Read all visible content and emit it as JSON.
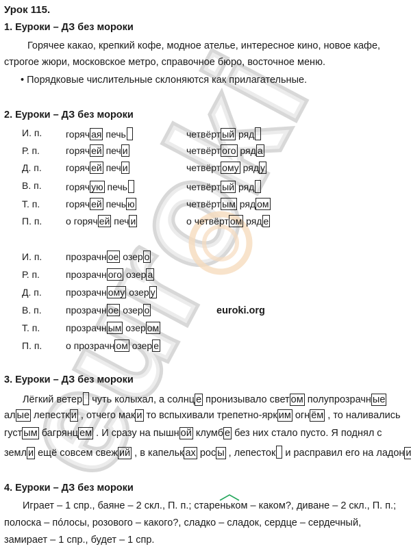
{
  "lesson_title": "Урок 115.",
  "ex1": {
    "heading": "1. Еуроки – ДЗ без мороки",
    "line1": "Горячее какао, крепкий кофе, модное ателье, интересное кино, новое кафе,",
    "line2": "строгое жюри, московское метро, справочное бюро, восточное меню.",
    "note": "• Порядковые числительные склоняются как прилагательные."
  },
  "ex2": {
    "heading": "2. Еуроки – ДЗ без мороки",
    "cases": [
      "И. п.",
      "Р. п.",
      "Д. п.",
      "В. п.",
      "Т. п.",
      "П. п."
    ],
    "pech": [
      {
        "pre": "",
        "stem": "горяч",
        "end": "ая",
        "n_stem": "печь",
        "n_end": ""
      },
      {
        "pre": "",
        "stem": "горяч",
        "end": "ей",
        "n_stem": "печ",
        "n_end": "и"
      },
      {
        "pre": "",
        "stem": "горяч",
        "end": "ей",
        "n_stem": "печ",
        "n_end": "и"
      },
      {
        "pre": "",
        "stem": "горяч",
        "end": "ую",
        "n_stem": "печь",
        "n_end": ""
      },
      {
        "pre": "",
        "stem": "горяч",
        "end": "ей",
        "n_stem": "печь",
        "n_end": "ю"
      },
      {
        "pre": "о ",
        "stem": "горяч",
        "end": "ей",
        "n_stem": "печ",
        "n_end": "и"
      }
    ],
    "ryad": [
      {
        "pre": "",
        "stem": "четвёрт",
        "end": "ый",
        "n_stem": "ряд",
        "n_end": ""
      },
      {
        "pre": "",
        "stem": "четвёрт",
        "end": "ого",
        "n_stem": "ряд",
        "n_end": "а"
      },
      {
        "pre": "",
        "stem": "четвёрт",
        "end": "ому",
        "n_stem": "ряд",
        "n_end": "у"
      },
      {
        "pre": "",
        "stem": "четвёрт",
        "end": "ый",
        "n_stem": "ряд",
        "n_end": ""
      },
      {
        "pre": "",
        "stem": "четвёрт",
        "end": "ым",
        "n_stem": "ряд",
        "n_end": "ом"
      },
      {
        "pre": "о ",
        "stem": "четвёрт",
        "end": "ом",
        "n_stem": "ряд",
        "n_end": "е"
      }
    ],
    "ozero": [
      {
        "pre": "",
        "stem": "прозрачн",
        "end": "ое",
        "n_stem": "озер",
        "n_end": "о"
      },
      {
        "pre": "",
        "stem": "прозрачн",
        "end": "ого",
        "n_stem": "озер",
        "n_end": "а"
      },
      {
        "pre": "",
        "stem": "прозрачн",
        "end": "ому",
        "n_stem": "озер",
        "n_end": "у"
      },
      {
        "pre": "",
        "stem": "прозрачн",
        "end": "ое",
        "n_stem": "озер",
        "n_end": "о"
      },
      {
        "pre": "",
        "stem": "прозрачн",
        "end": "ым",
        "n_stem": "озер",
        "n_end": "ом"
      },
      {
        "pre": "о ",
        "stem": "прозрачн",
        "end": "ом",
        "n_stem": "озер",
        "n_end": "е"
      }
    ],
    "site": "euroki.org"
  },
  "ex3": {
    "heading": "3. Еуроки – ДЗ без мороки",
    "lines": [
      [
        [
          "t",
          "Лёгкий ветер"
        ],
        [
          "e",
          ""
        ],
        [
          "t",
          " чуть колыхал, а солнц"
        ],
        [
          "b",
          "е"
        ],
        [
          "t",
          " пронизывало свет"
        ],
        [
          "b",
          "ом"
        ],
        [
          "t",
          " полупрозрачн"
        ],
        [
          "b",
          "ые"
        ]
      ],
      [
        [
          "t",
          "ал"
        ],
        [
          "b",
          "ые"
        ],
        [
          "t",
          " лепестк"
        ],
        [
          "b",
          "и"
        ],
        [
          "t",
          " , отчего мак"
        ],
        [
          "b",
          "и"
        ],
        [
          "t",
          " то вспыхивали трепетно-ярк"
        ],
        [
          "b",
          "им"
        ],
        [
          "t",
          " огн"
        ],
        [
          "b",
          "ём"
        ],
        [
          "t",
          " , то наливались"
        ]
      ],
      [
        [
          "t",
          "густ"
        ],
        [
          "b",
          "ым"
        ],
        [
          "t",
          " багрянц"
        ],
        [
          "b",
          "ем"
        ],
        [
          "t",
          " . И сразу на пышн"
        ],
        [
          "b",
          "ой"
        ],
        [
          "t",
          " клумб"
        ],
        [
          "b",
          "е"
        ],
        [
          "t",
          " без них стало пусто. Я поднял с"
        ]
      ],
      [
        [
          "t",
          "земл"
        ],
        [
          "b",
          "и"
        ],
        [
          "t",
          " ещё совсем свеж"
        ],
        [
          "b",
          "ий"
        ],
        [
          "t",
          " , в капельк"
        ],
        [
          "b",
          "ах"
        ],
        [
          "t",
          " рос"
        ],
        [
          "b",
          "ы"
        ],
        [
          "t",
          " , лепесток"
        ],
        [
          "e",
          ""
        ],
        [
          "t",
          " и расправил его на ладон"
        ],
        [
          "b",
          "и"
        ],
        [
          "t",
          "."
        ]
      ]
    ]
  },
  "ex4": {
    "heading": "4. Еуроки – ДЗ без мороки",
    "line1_a": "Играет – 1 спр., баяне – 2 скл., П. п.; старе",
    "line1_suffix": "ньк",
    "line1_b": "ом – каком?, диване – 2 скл., П. п.;",
    "line2": "полоска – пóлосы, розового – какого?, сладко – сладок, сердце – сердечный,",
    "line3": "замирает – 1 спр., будет – 1 спр."
  },
  "colors": {
    "watermark": "#c8c8c8",
    "watermark_orange": "#f0c9a2",
    "arc": "#22a65a"
  }
}
